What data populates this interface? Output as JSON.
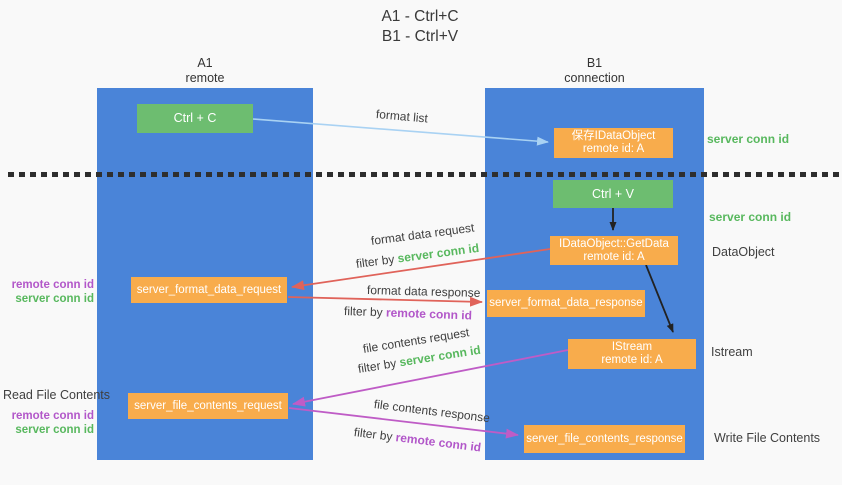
{
  "title": {
    "line1": "A1 - Ctrl+C",
    "line2": "B1 - Ctrl+V"
  },
  "lifelines": {
    "left": {
      "name": "A1",
      "role": "remote"
    },
    "right": {
      "name": "B1",
      "role": "connection"
    }
  },
  "boxes": {
    "ctrl_c": {
      "label": "Ctrl + C"
    },
    "save_idataobject": {
      "line1": "保存IDataObject",
      "line2": "remote id: A"
    },
    "ctrl_v": {
      "label": "Ctrl + V"
    },
    "idataobject_getdata": {
      "line1": "IDataObject::GetData",
      "line2": "remote id: A"
    },
    "server_format_data_request": {
      "label": "server_format_data_request"
    },
    "server_format_data_response": {
      "label": "server_format_data_response"
    },
    "istream": {
      "line1": "IStream",
      "line2": "remote id: A"
    },
    "server_file_contents_request": {
      "label": "server_file_contents_request"
    },
    "server_file_contents_response": {
      "label": "server_file_contents_response"
    }
  },
  "arrow_labels": {
    "format_list": "format list",
    "format_data_request": "format data request",
    "format_data_response": "format data response",
    "file_contents_request": "file contents request",
    "file_contents_response": "file contents response",
    "filter_by": "filter by ",
    "server_conn_id": "server conn id",
    "remote_conn_id": "remote conn id"
  },
  "side_labels": {
    "server_conn_id_copy": "server conn id",
    "server_conn_id_paste": "server conn id",
    "dataobject": "DataObject",
    "istream": "Istream",
    "write_file_contents": "Write File Contents",
    "read_file_contents": "Read File Contents",
    "format_remote_conn_id": "remote conn id",
    "format_server_conn_id": "server conn id",
    "file_remote_conn_id": "remote conn id",
    "file_server_conn_id": "server conn id"
  },
  "colors": {
    "lifeline_blue": "#4a84d8",
    "box_green": "#6dbd70",
    "box_orange": "#f8ac4c",
    "text_green": "#58b85e",
    "text_purple": "#b257c9",
    "arrow_red": "#e0635a",
    "arrow_magenta": "#bf5cc6",
    "arrow_blue": "#a9d2f3",
    "arrow_black": "#222222",
    "text_dark": "#3f3f3f",
    "background": "#f9f9f9"
  }
}
